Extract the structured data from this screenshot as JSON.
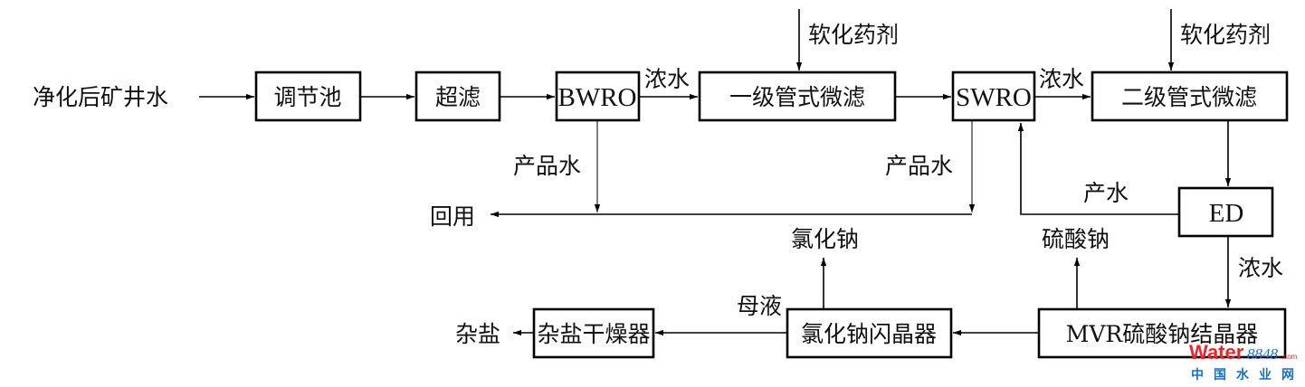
{
  "diagram": {
    "title": "",
    "inputs": {
      "feed": "净化后矿井水",
      "reagent_1": "软化药剂",
      "reagent_2": "软化药剂"
    },
    "units": {
      "regulating_tank": "调节池",
      "ultrafiltration": "超滤",
      "bwro": "BWRO",
      "microfiltration_1": "一级管式微滤",
      "swro": "SWRO",
      "microfiltration_2": "二级管式微滤",
      "ed": "ED",
      "mvr_crystallizer": "MVR硫酸钠结晶器",
      "nacl_flash_crystallizer": "氯化钠闪晶器",
      "mixed_salt_dryer": "杂盐干燥器"
    },
    "stream_labels": {
      "bwro_concentrate": "浓水",
      "swro_concentrate": "浓水",
      "bwro_product": "产品水",
      "swro_product": "产品水",
      "ed_product": "产水",
      "ed_concentrate": "浓水",
      "mother_liquor": "母液"
    },
    "outputs": {
      "reuse": "回用",
      "sodium_chloride": "氯化钠",
      "sodium_sulfate": "硫酸钠",
      "mixed_salt": "杂盐"
    },
    "flows": [
      {
        "from": "净化后矿井水",
        "to": "调节池"
      },
      {
        "from": "调节池",
        "to": "超滤"
      },
      {
        "from": "超滤",
        "to": "BWRO"
      },
      {
        "from": "BWRO",
        "to": "一级管式微滤",
        "label": "浓水"
      },
      {
        "from": "软化药剂",
        "to": "一级管式微滤"
      },
      {
        "from": "一级管式微滤",
        "to": "SWRO"
      },
      {
        "from": "SWRO",
        "to": "二级管式微滤",
        "label": "浓水"
      },
      {
        "from": "软化药剂",
        "to": "二级管式微滤"
      },
      {
        "from": "BWRO",
        "to": "回用",
        "label": "产品水"
      },
      {
        "from": "SWRO",
        "to": "回用",
        "label": "产品水"
      },
      {
        "from": "二级管式微滤",
        "to": "ED"
      },
      {
        "from": "ED",
        "to": "SWRO",
        "label": "产水"
      },
      {
        "from": "ED",
        "to": "MVR硫酸钠结晶器",
        "label": "浓水"
      },
      {
        "from": "MVR硫酸钠结晶器",
        "to": "硫酸钠"
      },
      {
        "from": "MVR硫酸钠结晶器",
        "to": "氯化钠闪晶器"
      },
      {
        "from": "氯化钠闪晶器",
        "to": "氯化钠"
      },
      {
        "from": "氯化钠闪晶器",
        "to": "杂盐干燥器",
        "label": "母液"
      },
      {
        "from": "杂盐干燥器",
        "to": "杂盐"
      }
    ]
  },
  "watermark": {
    "brand_en": "Water",
    "brand_num": "8848",
    "brand_suffix": ".com",
    "brand_cn": [
      "中",
      "国",
      "水",
      "业",
      "网"
    ],
    "colors": {
      "red": "#e8262b",
      "blue": "#1a6fc0"
    }
  }
}
